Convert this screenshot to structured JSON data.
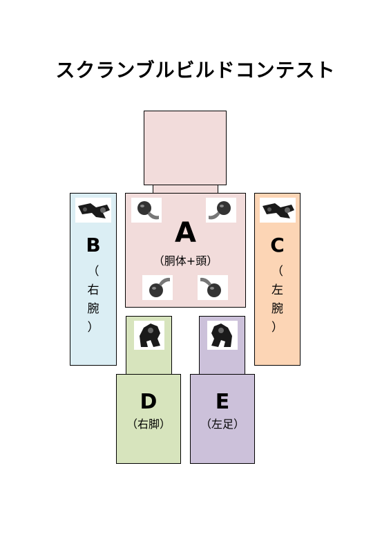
{
  "title": "スクランブルビルドコンテスト",
  "colors": {
    "torso": "#f2dcdb",
    "right_arm": "#dbeef4",
    "left_arm": "#fcd5b5",
    "right_leg": "#d7e4bd",
    "left_leg": "#ccc1da",
    "outline": "#000000"
  },
  "parts": {
    "a": {
      "letter": "A",
      "label": "（胴体+頭）"
    },
    "b": {
      "letter": "B",
      "label_chars": [
        "（",
        "右",
        "腕",
        "）"
      ]
    },
    "c": {
      "letter": "C",
      "label_chars": [
        "（",
        "左",
        "腕",
        "）"
      ]
    },
    "d": {
      "letter": "D",
      "label": "（右脚）"
    },
    "e": {
      "letter": "E",
      "label": "（左足）"
    }
  }
}
